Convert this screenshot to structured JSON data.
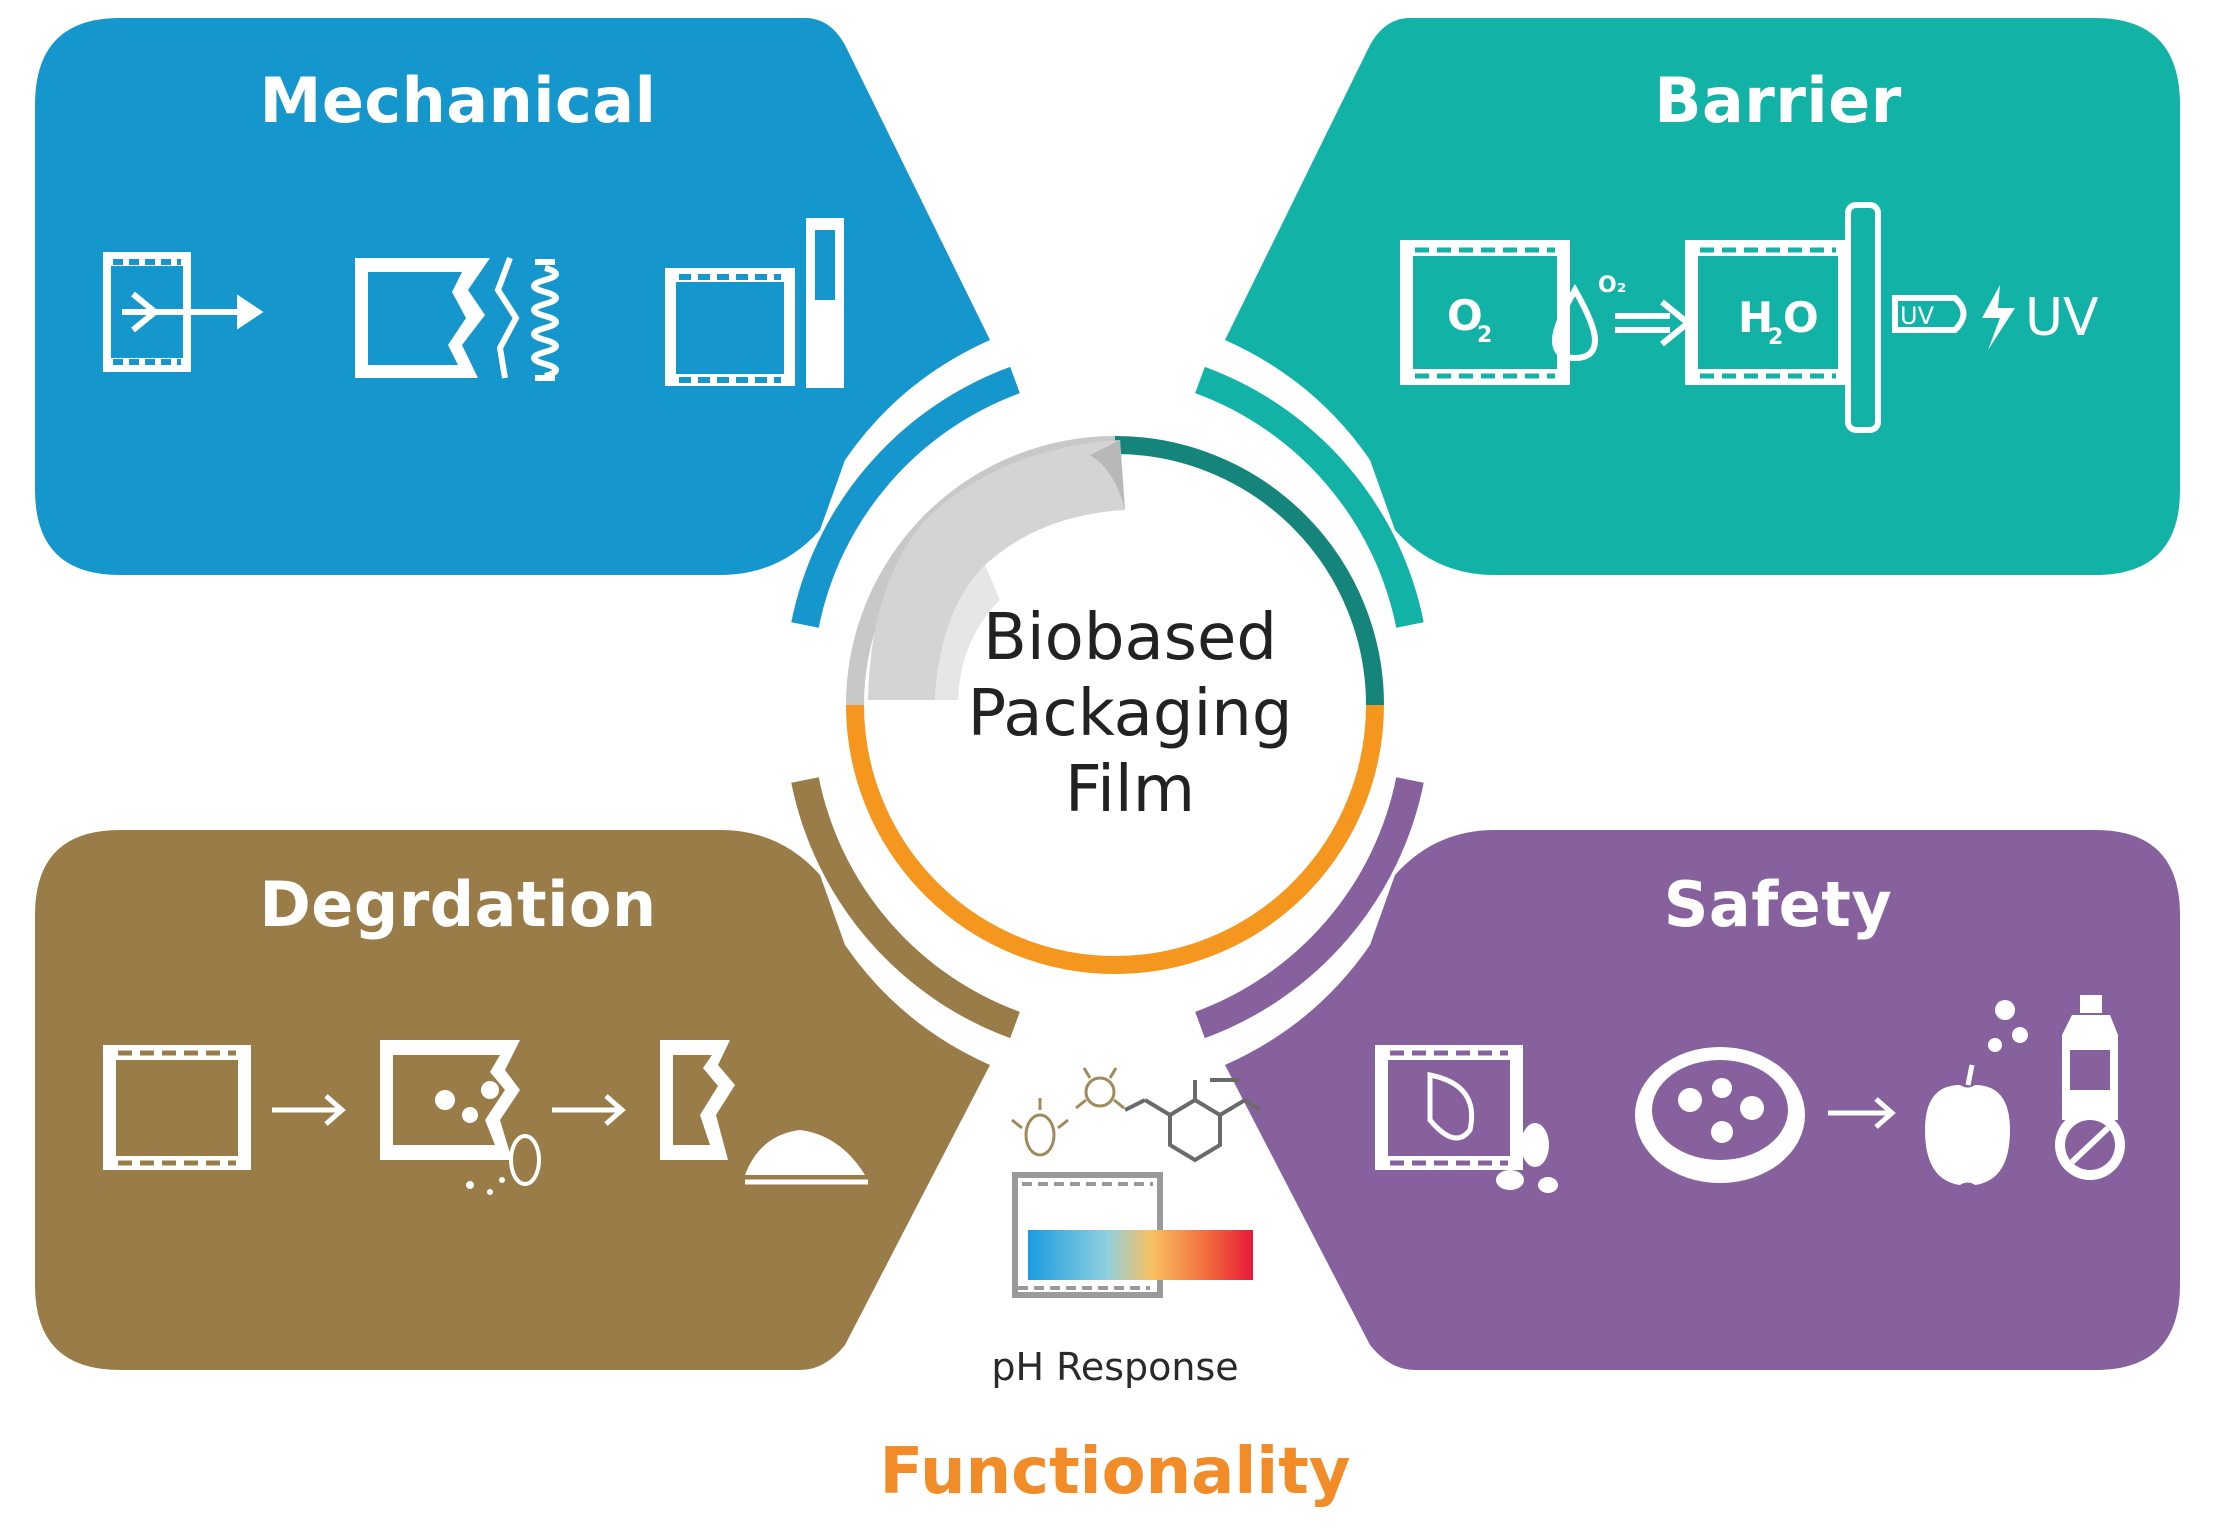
{
  "colors": {
    "mechanical": "#1596cc",
    "barrier": "#13b2a6",
    "degradation": "#9a7c48",
    "safety": "#86619e",
    "ring_teal": "#15857c",
    "ring_orange": "#f5961e",
    "functionality": "#f28c28"
  },
  "quadrants": {
    "mechanical": {
      "title": "Mechanical",
      "icons": [
        "film-tensile-arrow-icon",
        "film-tear-spring-icon",
        "film-thickness-gauge-icon"
      ]
    },
    "barrier": {
      "title": "Barrier",
      "icons": [
        "film-oxygen-icon",
        "water-drop-icon",
        "film-water-icon",
        "uv-shield-icon"
      ]
    },
    "degradation": {
      "title": "Degrdation",
      "icons": [
        "intact-film-icon",
        "film-microbe-attack-icon",
        "film-compost-icon"
      ]
    },
    "safety": {
      "title": "Safety",
      "icons": [
        "film-bacteria-icon",
        "petri-dish-icon",
        "apple-bottle-icon"
      ]
    }
  },
  "barrier_labels": {
    "o2": "O",
    "o2_sub": "2",
    "o2_small": "O₂",
    "h2o_h": "H",
    "h2o_sub": "2",
    "h2o_o": "O",
    "uv_box": "UV",
    "uv": "UV"
  },
  "center": {
    "line1": "Biobased",
    "line2": "Packaging",
    "line3": "Film"
  },
  "functionality": {
    "ph_label": "pH Response",
    "label": "Functionality",
    "icons": [
      "microbe-icon",
      "molecule-icon",
      "ph-gradient-strip-icon"
    ]
  }
}
